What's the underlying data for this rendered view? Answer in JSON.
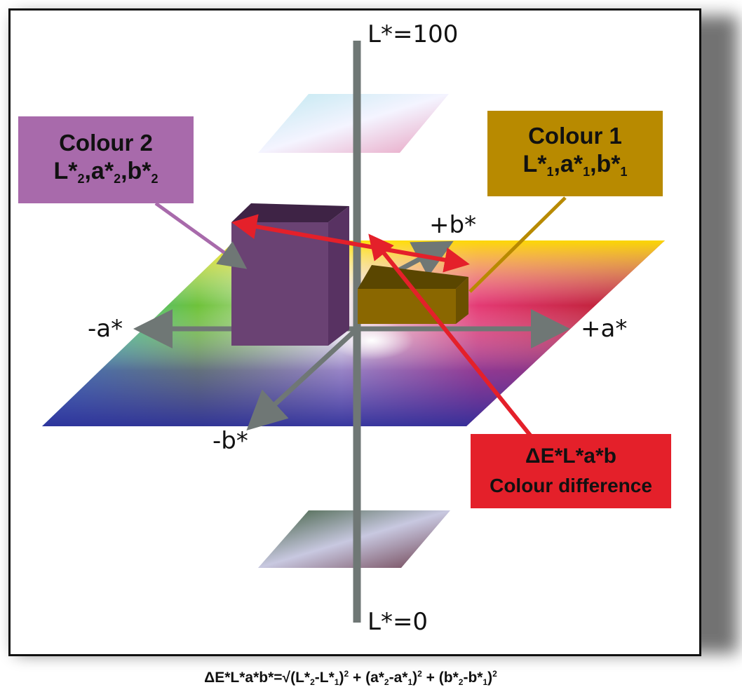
{
  "axes": {
    "l_top": "L*=100",
    "l_bottom": "L*=0",
    "plus_a": "+a*",
    "minus_a": "-a*",
    "plus_b": "+b*",
    "minus_b": "-b*"
  },
  "colour2": {
    "title": "Colour 2",
    "coords": [
      "L*",
      "2",
      ",a*",
      "2",
      ",b*",
      "2"
    ],
    "color": "#a86aab"
  },
  "colour1": {
    "title": "Colour 1",
    "coords": [
      "L*",
      "1",
      ",a*",
      "1",
      ",b*",
      "1"
    ],
    "color": "#b88a00"
  },
  "difference": {
    "title": "ΔE*L*a*b",
    "subtitle": "Colour difference",
    "color": "#e4202a"
  },
  "formula": {
    "lhs": "ΔE*L*a*b*=√",
    "t1": "(L*",
    "s1": "2",
    "t2": "-L*",
    "s2": "1",
    "t3": ")",
    "p1": "2",
    "t4": " + (a*",
    "s3": "2",
    "t5": "-a*",
    "s4": "1",
    "t6": ")",
    "p2": "2",
    "t7": " + (b*",
    "s5": "2",
    "t8": "-b*",
    "s6": "1",
    "t9": ")",
    "p3": "2"
  }
}
